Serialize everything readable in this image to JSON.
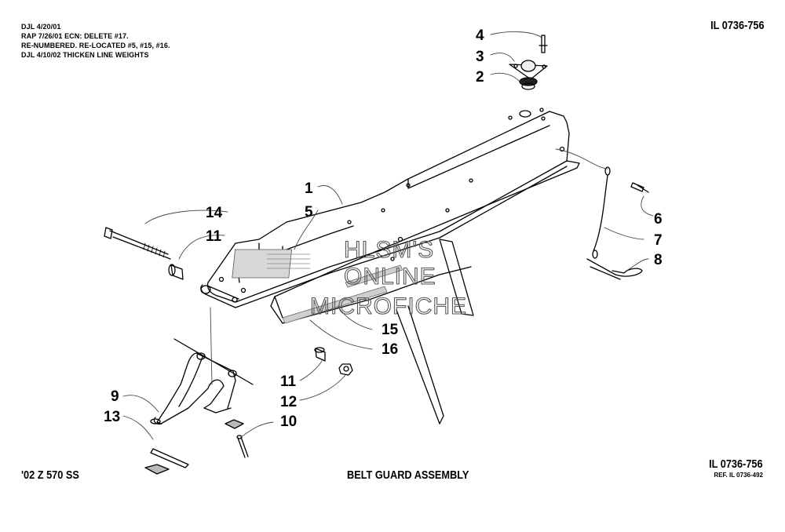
{
  "revision_notes": [
    "DJL 4/20/01",
    "RAP 7/26/01  ECN:  DELETE #17.",
    "RE-NUMBERED. RE-LOCATED #5, #15, #16.",
    "DJL 4/10/02 THICKEN LINE WEIGHTS"
  ],
  "ref_top": "IL 0736-756",
  "ref_bottom": "IL 0736-756",
  "ref_sub": "REF. IL 0736-492",
  "model": "'02 Z 570 SS",
  "title": "BELT GUARD ASSEMBLY",
  "watermark": [
    "HLSM'S",
    "ONLINE",
    "MICROFICHE"
  ],
  "callouts": [
    {
      "id": "c1",
      "label": "1"
    },
    {
      "id": "c2",
      "label": "2"
    },
    {
      "id": "c3",
      "label": "3"
    },
    {
      "id": "c4",
      "label": "4"
    },
    {
      "id": "c5",
      "label": "5"
    },
    {
      "id": "c6",
      "label": "6"
    },
    {
      "id": "c7",
      "label": "7"
    },
    {
      "id": "c8",
      "label": "8"
    },
    {
      "id": "c9",
      "label": "9"
    },
    {
      "id": "c10",
      "label": "10"
    },
    {
      "id": "c11a",
      "label": "11"
    },
    {
      "id": "c11b",
      "label": "11"
    },
    {
      "id": "c12",
      "label": "12"
    },
    {
      "id": "c13",
      "label": "13"
    },
    {
      "id": "c14",
      "label": "14"
    },
    {
      "id": "c15",
      "label": "15"
    },
    {
      "id": "c16",
      "label": "16"
    }
  ]
}
